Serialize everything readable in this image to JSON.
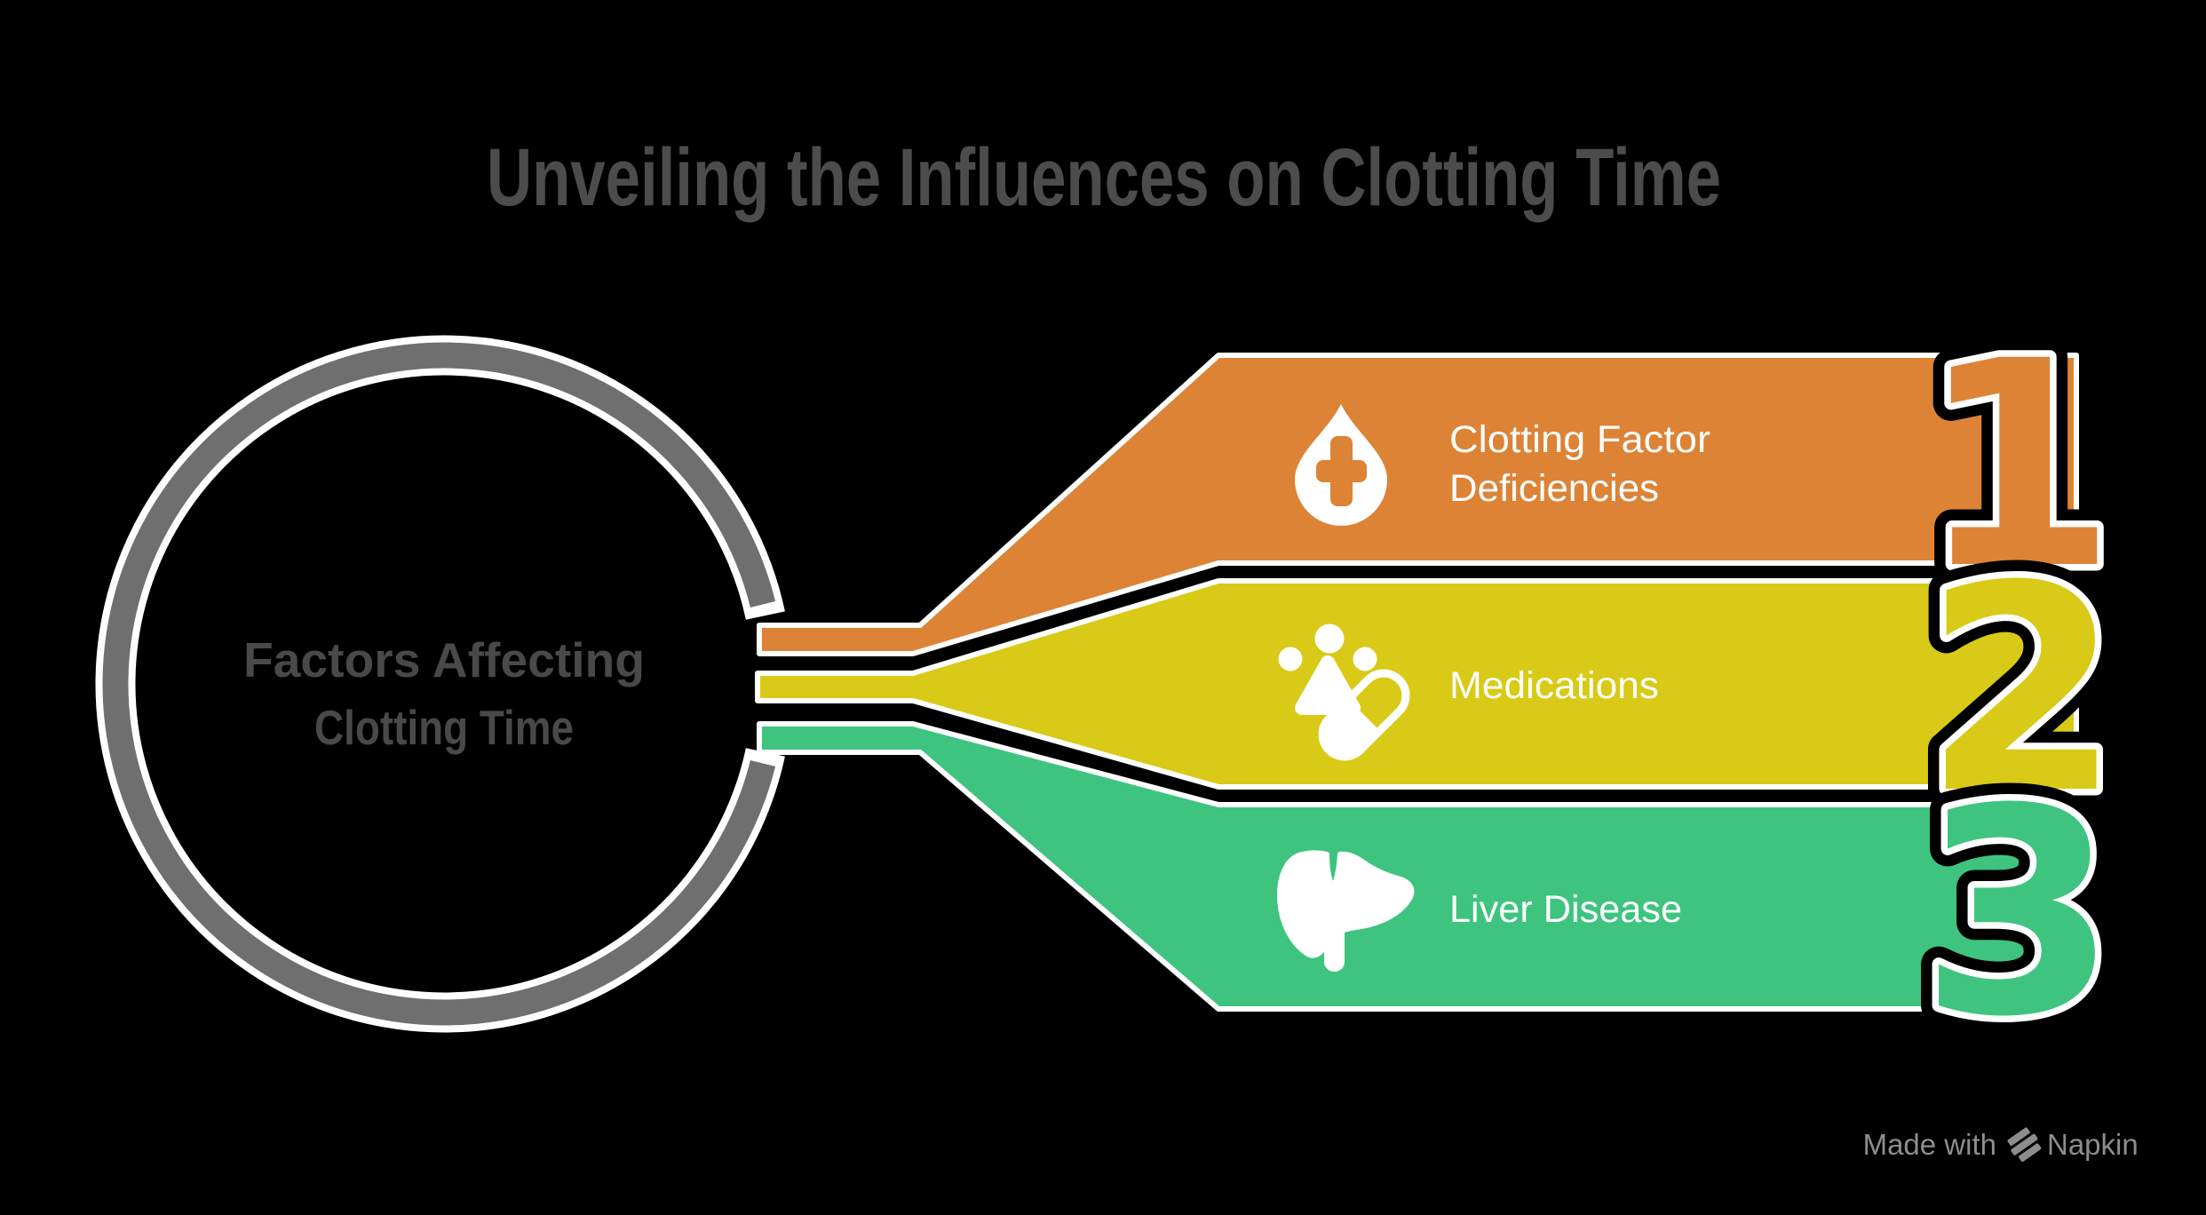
{
  "title": "Unveiling the Influences on Clotting Time",
  "hub": {
    "label_lines": [
      "Factors Affecting",
      "Clotting Time"
    ]
  },
  "items": [
    {
      "number": "1",
      "label_lines": [
        "Clotting Factor",
        "Deficiencies"
      ],
      "color": "#DD8336",
      "icon": "blood-drop-medical-icon"
    },
    {
      "number": "2",
      "label_lines": [
        "Medications"
      ],
      "color": "#D8CA16",
      "icon": "pills-icon"
    },
    {
      "number": "3",
      "label_lines": [
        "Liver Disease"
      ],
      "color": "#3EC47F",
      "icon": "liver-icon"
    }
  ],
  "footer": {
    "made_with": "Made with",
    "brand": "Napkin"
  },
  "palette": {
    "background": "#000000",
    "title_text": "#4C4C4C",
    "hub_ring": "#6F6F6F",
    "hub_text": "#494949",
    "outline": "#FFFFFF",
    "footer_text": "#8D8D8D"
  }
}
